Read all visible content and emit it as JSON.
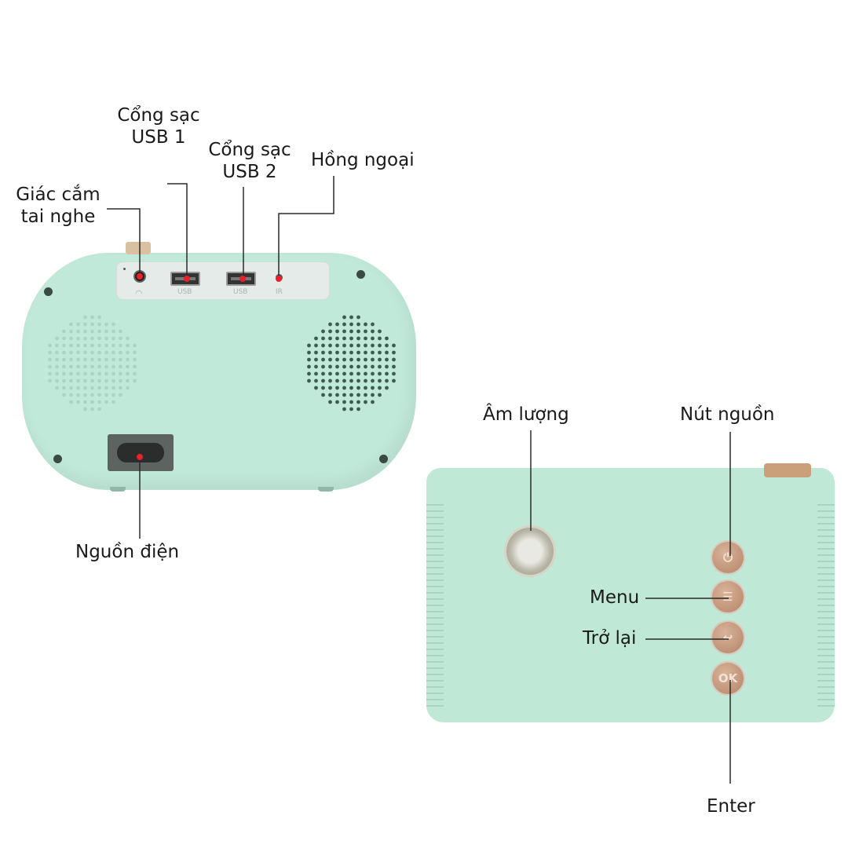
{
  "labels": {
    "usb1": [
      "Cổng sạc",
      "USB 1"
    ],
    "usb2": [
      "Cổng sạc",
      "USB 2"
    ],
    "ir": "Hồng ngoại",
    "headphone": [
      "Giác cắm",
      "tai nghe"
    ],
    "power_input": "Nguồn điện",
    "volume": "Âm lượng",
    "power_button": "Nút nguồn",
    "menu": "Menu",
    "back": "Trở lại",
    "enter": "Enter"
  },
  "port_panel": {
    "usb1": "USB",
    "usb2": "USB",
    "ir": "IR"
  },
  "buttons": {
    "ok": "OK"
  },
  "colors": {
    "body": "#c0e9d9",
    "marker": "#e8202a",
    "button": "#c49478"
  }
}
